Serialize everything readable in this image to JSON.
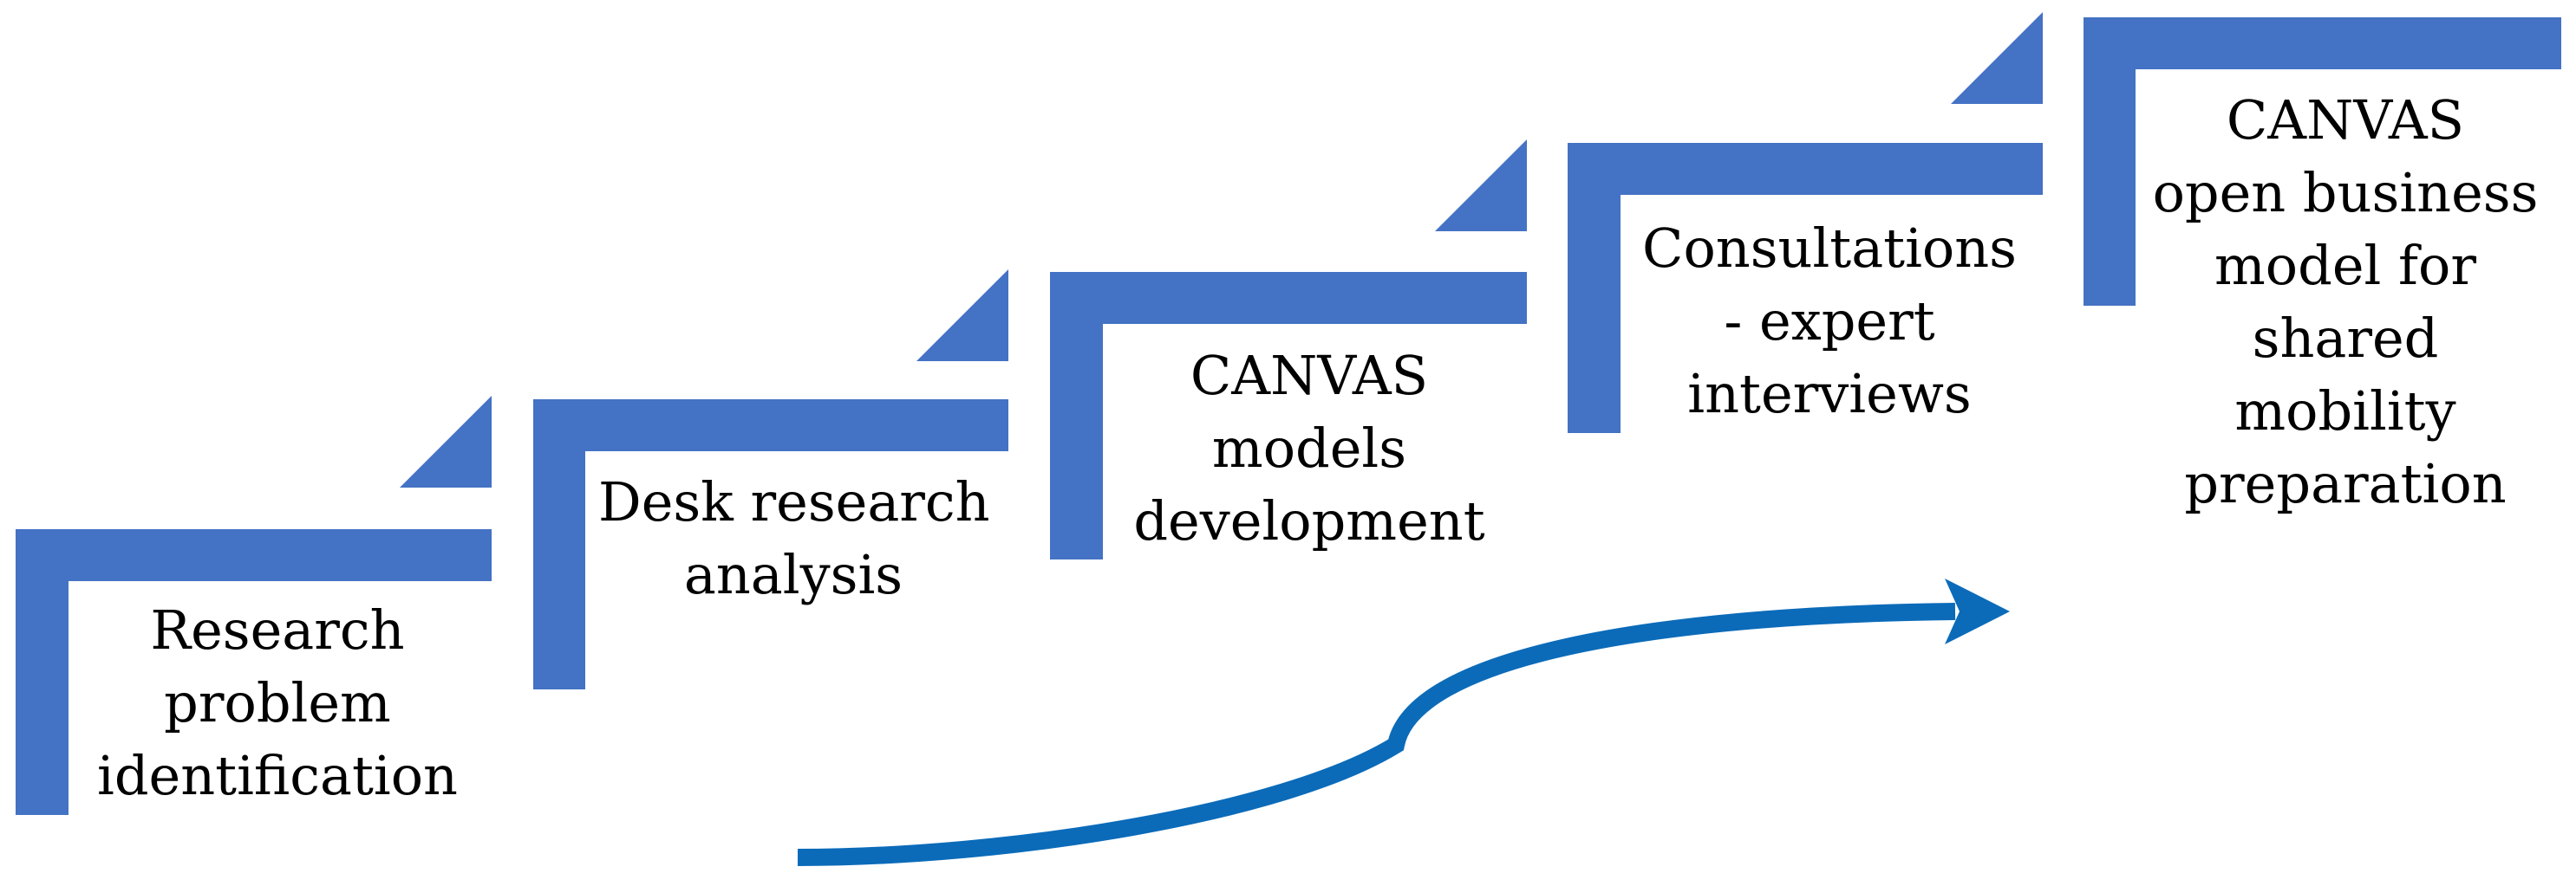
{
  "colors": {
    "step_fill": "#4472C4",
    "arrow": "#0B6BB9",
    "text": "#000000",
    "background": "#FFFFFF"
  },
  "steps": [
    {
      "lines": [
        "Research",
        "problem",
        "identification"
      ]
    },
    {
      "lines": [
        "Desk research",
        "analysis"
      ]
    },
    {
      "lines": [
        "CANVAS",
        "models",
        "development"
      ]
    },
    {
      "lines": [
        "Consultations",
        "- expert",
        "interviews"
      ]
    },
    {
      "lines": [
        "CANVAS",
        "open business",
        "model for",
        "shared",
        "mobility",
        "preparation"
      ]
    }
  ],
  "progress_arrow": {
    "icon": "curved-arrow-right-icon"
  }
}
